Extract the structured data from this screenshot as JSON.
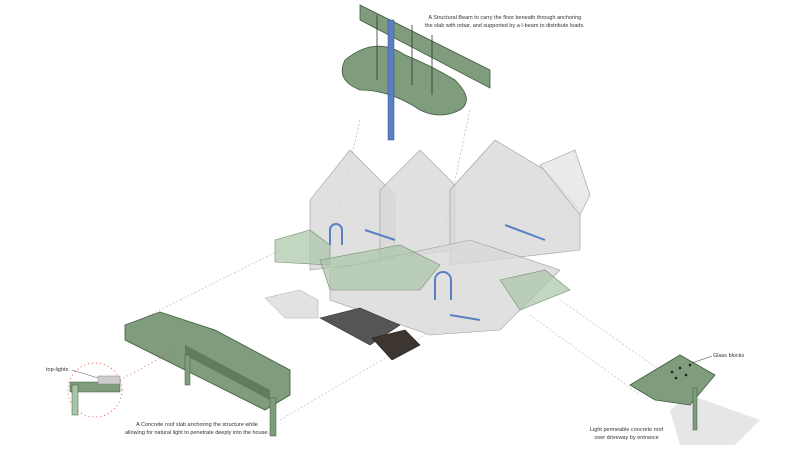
{
  "annotations": {
    "beam_line1": "A Structural Beam to carry the floor beneath through anchoring",
    "beam_line2": "the slab with rebar, and supported by a I-beam to distribute loads.",
    "roof_line1": "A Concrete roof slab anchoring the structure while",
    "roof_line2": "allowing for natural light to penetrate deeply into the house.",
    "glass_blocks": "Glass blocks",
    "driveway_line1": "Light permeable concrete roof",
    "driveway_line2": "over driveway by entrance",
    "top_lights": "top-lights"
  },
  "colors": {
    "slab_green": "#7f9c7c",
    "slab_dark": "#5f7d5d",
    "beam_blue": "#5b7fc4",
    "house_gray": "#d8d8d8",
    "callout_red": "#e05a4f"
  }
}
